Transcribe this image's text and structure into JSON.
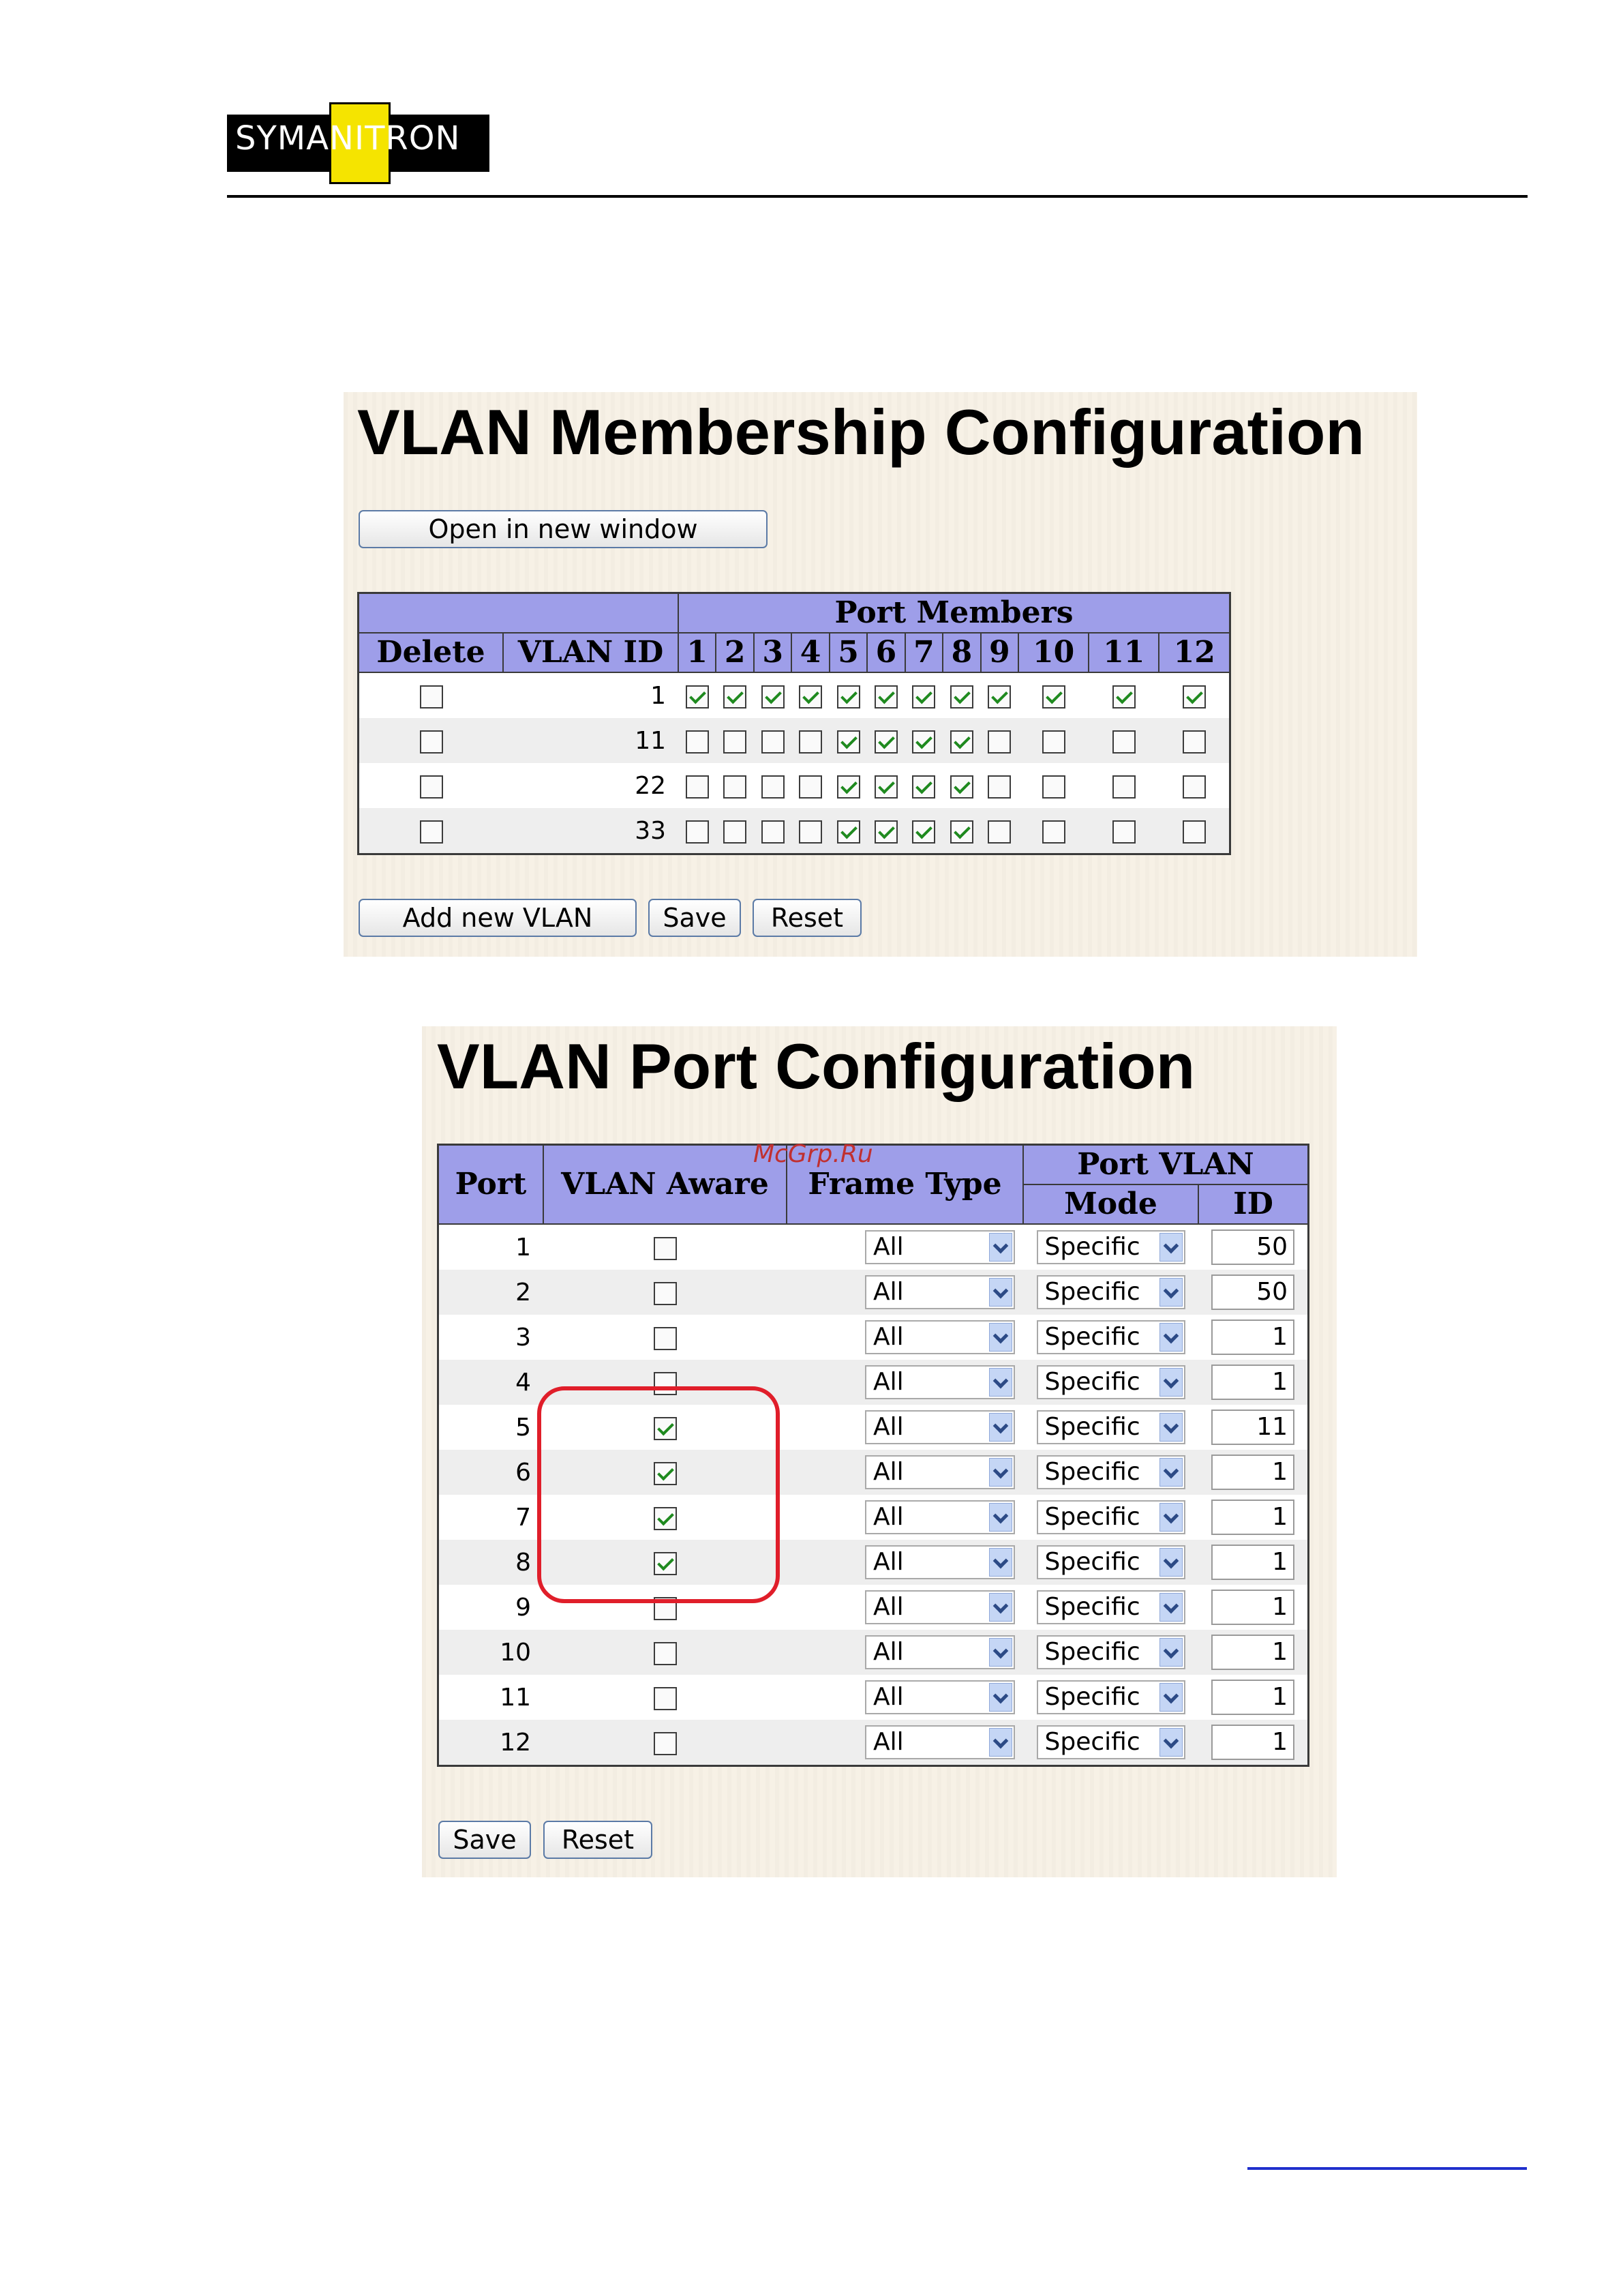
{
  "logo": {
    "text": "SYMANITRON"
  },
  "membership": {
    "title": "VLAN Membership Configuration",
    "open_window_label": "Open in new window",
    "headers": {
      "delete": "Delete",
      "vlan_id": "VLAN ID",
      "port_members": "Port Members"
    },
    "ports": [
      "1",
      "2",
      "3",
      "4",
      "5",
      "6",
      "7",
      "8",
      "9",
      "10",
      "11",
      "12"
    ],
    "rows": [
      {
        "vlan_id": "1",
        "delete": false,
        "members": [
          true,
          true,
          true,
          true,
          true,
          true,
          true,
          true,
          true,
          true,
          true,
          true
        ]
      },
      {
        "vlan_id": "11",
        "delete": false,
        "members": [
          false,
          false,
          false,
          false,
          true,
          true,
          true,
          true,
          false,
          false,
          false,
          false
        ]
      },
      {
        "vlan_id": "22",
        "delete": false,
        "members": [
          false,
          false,
          false,
          false,
          true,
          true,
          true,
          true,
          false,
          false,
          false,
          false
        ]
      },
      {
        "vlan_id": "33",
        "delete": false,
        "members": [
          false,
          false,
          false,
          false,
          true,
          true,
          true,
          true,
          false,
          false,
          false,
          false
        ]
      }
    ],
    "add_label": "Add new VLAN",
    "save_label": "Save",
    "reset_label": "Reset"
  },
  "port_config": {
    "title": "VLAN Port Configuration",
    "headers": {
      "port": "Port",
      "vlan_aware": "VLAN Aware",
      "frame_type": "Frame Type",
      "port_vlan": "Port VLAN",
      "mode": "Mode",
      "id": "ID"
    },
    "rows": [
      {
        "port": "1",
        "aware": false,
        "frame": "All",
        "mode": "Specific",
        "id": "50"
      },
      {
        "port": "2",
        "aware": false,
        "frame": "All",
        "mode": "Specific",
        "id": "50"
      },
      {
        "port": "3",
        "aware": false,
        "frame": "All",
        "mode": "Specific",
        "id": "1"
      },
      {
        "port": "4",
        "aware": false,
        "frame": "All",
        "mode": "Specific",
        "id": "1"
      },
      {
        "port": "5",
        "aware": true,
        "frame": "All",
        "mode": "Specific",
        "id": "11"
      },
      {
        "port": "6",
        "aware": true,
        "frame": "All",
        "mode": "Specific",
        "id": "1"
      },
      {
        "port": "7",
        "aware": true,
        "frame": "All",
        "mode": "Specific",
        "id": "1"
      },
      {
        "port": "8",
        "aware": true,
        "frame": "All",
        "mode": "Specific",
        "id": "1"
      },
      {
        "port": "9",
        "aware": false,
        "frame": "All",
        "mode": "Specific",
        "id": "1"
      },
      {
        "port": "10",
        "aware": false,
        "frame": "All",
        "mode": "Specific",
        "id": "1"
      },
      {
        "port": "11",
        "aware": false,
        "frame": "All",
        "mode": "Specific",
        "id": "1"
      },
      {
        "port": "12",
        "aware": false,
        "frame": "All",
        "mode": "Specific",
        "id": "1"
      }
    ],
    "save_label": "Save",
    "reset_label": "Reset"
  },
  "watermark": "McGrp.Ru",
  "colors": {
    "header_bg": "#9e9ee9",
    "panel_bg": "#f7f1e6",
    "highlight": "#e01e2a",
    "check": "#1f8a1f"
  }
}
